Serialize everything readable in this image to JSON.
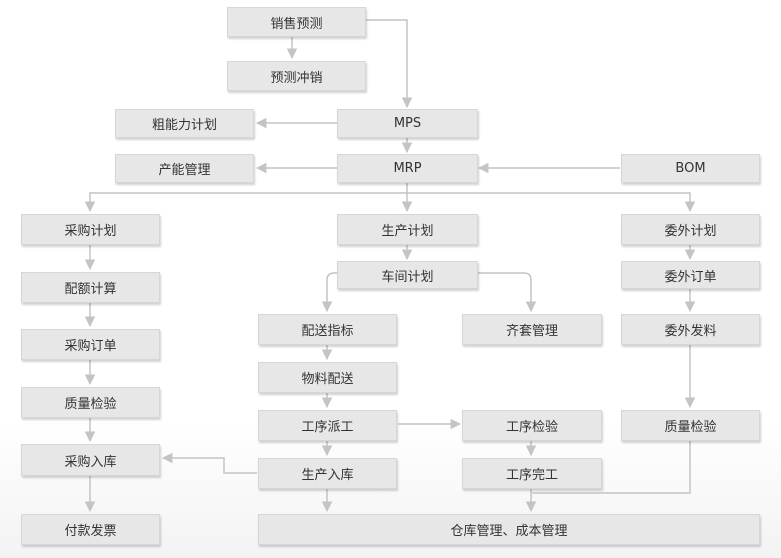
{
  "nodes": {
    "sales_forecast": "销售预测",
    "forecast_offset": "预测冲销",
    "rough_capacity_plan": "粗能力计划",
    "mps": "MPS",
    "capacity_management": "产能管理",
    "mrp": "MRP",
    "bom": "BOM",
    "purchase_plan": "采购计划",
    "production_plan": "生产计划",
    "outsource_plan": "委外计划",
    "quota_calc": "配额计算",
    "workshop_plan": "车间计划",
    "outsource_order": "委外订单",
    "purchase_order": "采购订单",
    "delivery_indicator": "配送指标",
    "kitting_management": "齐套管理",
    "outsource_issue": "委外发料",
    "material_delivery": "物料配送",
    "quality_inspection_purchase": "质量检验",
    "process_dispatch": "工序派工",
    "process_inspection": "工序检验",
    "quality_inspection_outsource": "质量检验",
    "purchase_receipt": "采购入库",
    "production_receipt": "生产入库",
    "process_complete": "工序完工",
    "payment_invoice": "付款发票",
    "warehouse_cost_management": "仓库管理、成本管理"
  },
  "colors": {
    "box_fill": "#e7e7e8",
    "box_border": "#d6d6d8",
    "connector": "#c4c4c6",
    "text": "#333333"
  }
}
